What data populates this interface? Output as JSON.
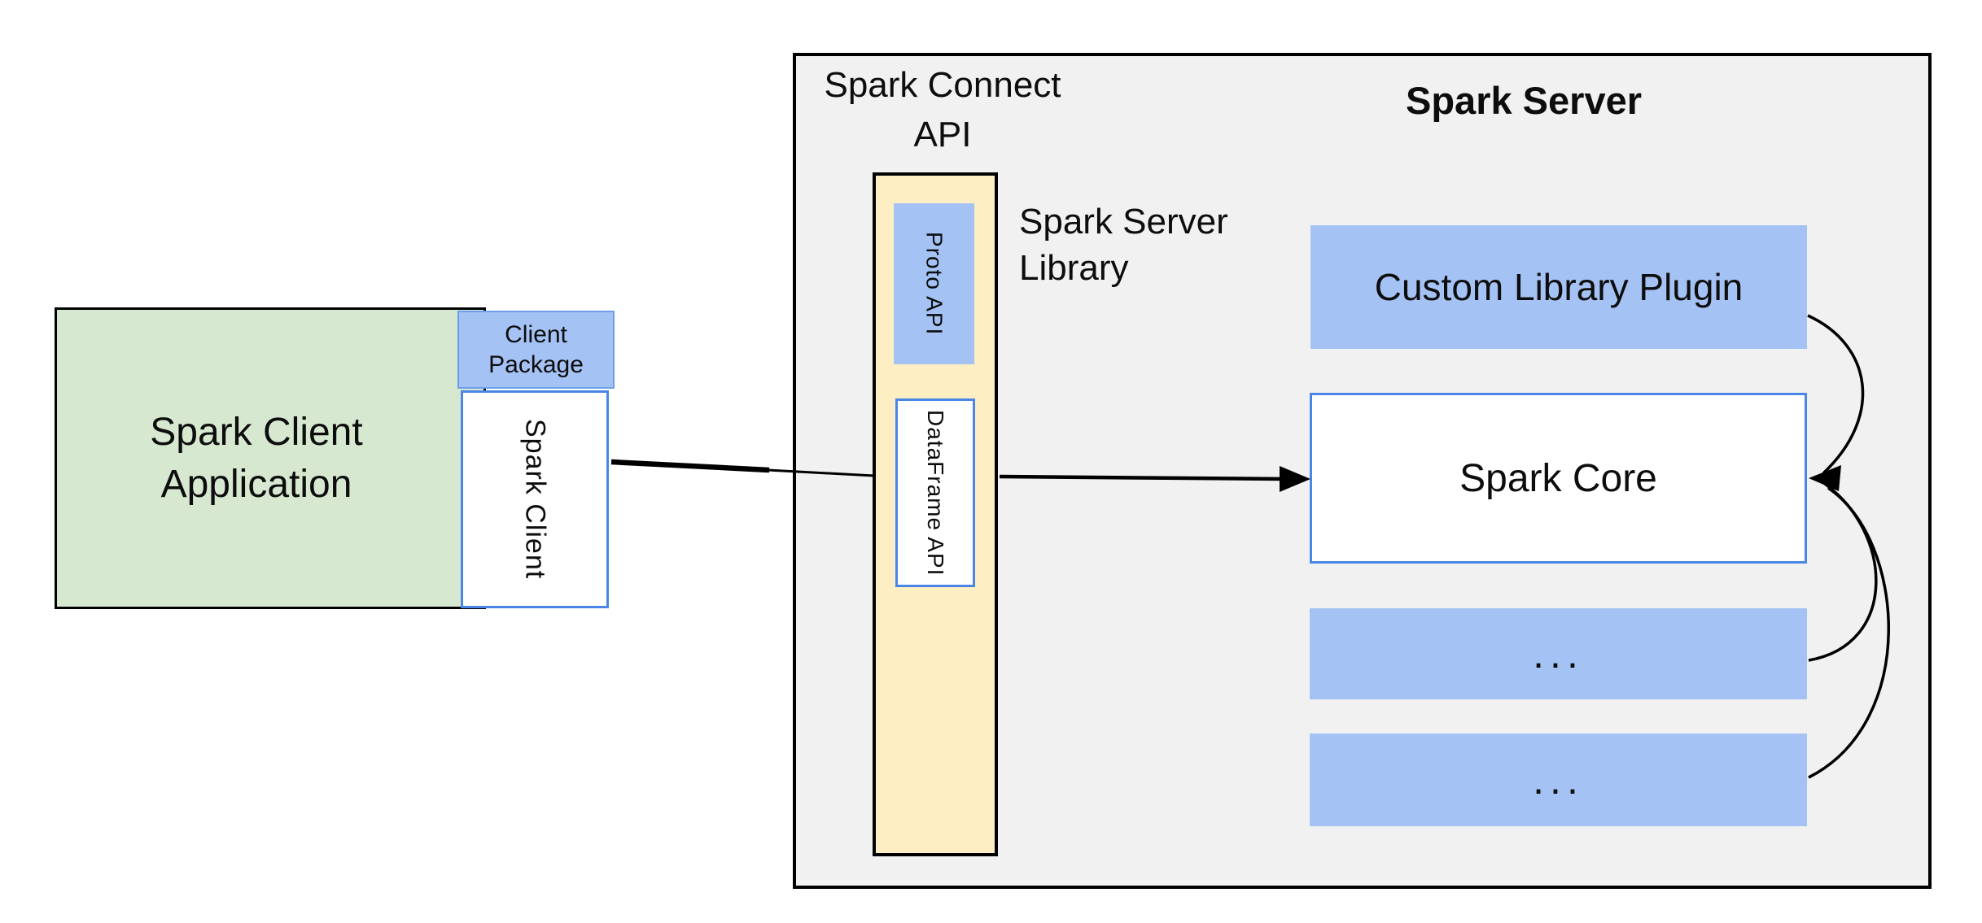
{
  "diagram": {
    "client_app": {
      "line1": "Spark Client",
      "line2": "Application"
    },
    "client_package": {
      "line1": "Client",
      "line2": "Package"
    },
    "spark_client": {
      "label": "Spark Client"
    },
    "connect_api_label": {
      "line1": "Spark Connect",
      "line2": "API"
    },
    "server_title": "Spark Server",
    "server_library_label": {
      "line1": "Spark Server",
      "line2": "Library"
    },
    "proto_api": {
      "label": "Proto API"
    },
    "dataframe_api": {
      "label": "DataFrame API"
    },
    "custom_library_plugin": {
      "label": "Custom Library Plugin"
    },
    "spark_core": {
      "label": "Spark Core"
    },
    "plugin_slot_1": {
      "label": "..."
    },
    "plugin_slot_2": {
      "label": "..."
    },
    "colors": {
      "green_fill": "#d7e8d0",
      "blue_fill": "#a4c2f4",
      "blue_border": "#4a86e8",
      "yellow_fill": "#fdeec4",
      "gray_fill": "#f1f1f2",
      "line_black": "#000000"
    }
  }
}
